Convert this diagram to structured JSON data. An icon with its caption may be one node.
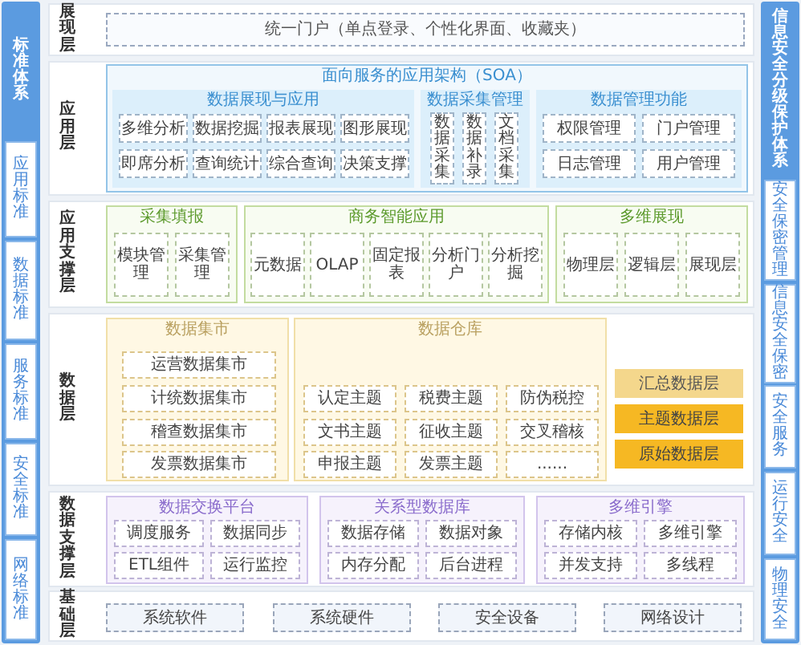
{
  "diagram": {
    "nodes": [
      {
        "text": [
          "标准体系"
        ]
      },
      {
        "text": [
          "应用标准"
        ]
      },
      {
        "text": [
          "数据标准"
        ]
      },
      {
        "text": [
          "服务标准"
        ]
      },
      {
        "text": [
          "安全标准"
        ]
      },
      {
        "text": [
          "网络标准"
        ]
      },
      {
        "text": [
          "信息安全分级保护体系"
        ]
      },
      {
        "text": [
          "安全保密管理"
        ]
      },
      {
        "text": [
          "信息安全保密"
        ]
      },
      {
        "text": [
          "安全服务"
        ]
      },
      {
        "text": [
          "运行安全"
        ]
      },
      {
        "text": [
          "物理安全"
        ]
      },
      {
        "text": [
          "展现层"
        ]
      },
      {
        "text": [
          "统一门户（单点登录、个性化界面、收藏夹）"
        ],
        "in": 12
      },
      {
        "text": [
          "应用层"
        ]
      },
      {
        "text": [
          "面向服务的应用架构（SOA）"
        ],
        "in": 14
      },
      {
        "text": [
          "数据展现与应用"
        ],
        "in": 15
      },
      {
        "text": [
          "多维分析"
        ],
        "in": 16
      },
      {
        "text": [
          "数据挖掘"
        ],
        "in": 16
      },
      {
        "text": [
          "报表展现"
        ],
        "in": 16
      },
      {
        "text": [
          "图形展现"
        ],
        "in": 16
      },
      {
        "text": [
          "即席分析"
        ],
        "in": 16
      },
      {
        "text": [
          "查询统计"
        ],
        "in": 16
      },
      {
        "text": [
          "综合查询"
        ],
        "in": 16
      },
      {
        "text": [
          "决策支撑"
        ],
        "in": 16
      },
      {
        "text": [
          "数据采集管理"
        ],
        "in": 15
      },
      {
        "text": [
          "数据采集"
        ],
        "in": 25
      },
      {
        "text": [
          "数据补录"
        ],
        "in": 25
      },
      {
        "text": [
          "文档采集"
        ],
        "in": 25
      },
      {
        "text": [
          "数据管理功能"
        ],
        "in": 15
      },
      {
        "text": [
          "权限管理"
        ],
        "in": 29
      },
      {
        "text": [
          "门户管理"
        ],
        "in": 29
      },
      {
        "text": [
          "日志管理"
        ],
        "in": 29
      },
      {
        "text": [
          "用户管理"
        ],
        "in": 29
      },
      {
        "text": [
          "应用支撑层"
        ]
      },
      {
        "text": [
          "采集填报"
        ],
        "in": 34
      },
      {
        "text": [
          "模块管理"
        ],
        "in": 35
      },
      {
        "text": [
          "采集管理"
        ],
        "in": 35
      },
      {
        "text": [
          "商务智能应用"
        ],
        "in": 34
      },
      {
        "text": [
          "元数据"
        ],
        "in": 38
      },
      {
        "text": [
          "OLAP"
        ],
        "in": 38
      },
      {
        "text": [
          "固定报表"
        ],
        "in": 38
      },
      {
        "text": [
          "分析门户"
        ],
        "in": 38
      },
      {
        "text": [
          "分析挖掘"
        ],
        "in": 38
      },
      {
        "text": [
          "多维展现"
        ],
        "in": 34
      },
      {
        "text": [
          "物理层"
        ],
        "in": 44
      },
      {
        "text": [
          "逻辑层"
        ],
        "in": 44
      },
      {
        "text": [
          "展现层"
        ],
        "in": 44
      },
      {
        "text": [
          "数据层"
        ]
      },
      {
        "text": [
          "数据集市"
        ],
        "in": 48
      },
      {
        "text": [
          "运营数据集市"
        ],
        "in": 49
      },
      {
        "text": [
          "计统数据集市"
        ],
        "in": 49
      },
      {
        "text": [
          "稽查数据集市"
        ],
        "in": 49
      },
      {
        "text": [
          "发票数据集市"
        ],
        "in": 49
      },
      {
        "text": [
          "数据仓库"
        ],
        "in": 48
      },
      {
        "text": [
          "认定主题"
        ],
        "in": 54
      },
      {
        "text": [
          "税费主题"
        ],
        "in": 54
      },
      {
        "text": [
          "防伪税控"
        ],
        "in": 54
      },
      {
        "text": [
          "文书主题"
        ],
        "in": 54
      },
      {
        "text": [
          "征收主题"
        ],
        "in": 54
      },
      {
        "text": [
          "交叉稽核"
        ],
        "in": 54
      },
      {
        "text": [
          "申报主题"
        ],
        "in": 54
      },
      {
        "text": [
          "发票主题"
        ],
        "in": 54
      },
      {
        "text": [
          "......"
        ],
        "in": 54
      },
      {
        "text": [
          "汇总数据层"
        ],
        "in": 48
      },
      {
        "text": [
          "主题数据层"
        ],
        "in": 48
      },
      {
        "text": [
          "原始数据层"
        ],
        "in": 48
      },
      {
        "text": [
          "数据支撑层"
        ]
      },
      {
        "text": [
          "数据交换平台"
        ],
        "in": 67
      },
      {
        "text": [
          "调度服务"
        ],
        "in": 68
      },
      {
        "text": [
          "数据同步"
        ],
        "in": 68
      },
      {
        "text": [
          "ETL组件"
        ],
        "in": 68
      },
      {
        "text": [
          "运行监控"
        ],
        "in": 68
      },
      {
        "text": [
          "关系型数据库"
        ],
        "in": 67
      },
      {
        "text": [
          "数据存储"
        ],
        "in": 73
      },
      {
        "text": [
          "数据对象"
        ],
        "in": 73
      },
      {
        "text": [
          "内存分配"
        ],
        "in": 73
      },
      {
        "text": [
          "后台进程"
        ],
        "in": 73
      },
      {
        "text": [
          "多维引擎"
        ],
        "in": 67
      },
      {
        "text": [
          "存储内核"
        ],
        "in": 78
      },
      {
        "text": [
          "多维引擎"
        ],
        "in": 78
      },
      {
        "text": [
          "并发支持"
        ],
        "in": 78
      },
      {
        "text": [
          "多线程"
        ],
        "in": 78
      },
      {
        "text": [
          "基础层"
        ]
      },
      {
        "text": [
          "系统软件"
        ],
        "in": 83
      },
      {
        "text": [
          "系统硬件"
        ],
        "in": 83
      },
      {
        "text": [
          "安全设备"
        ],
        "in": 83
      },
      {
        "text": [
          "网络设计"
        ],
        "in": 83
      }
    ]
  }
}
